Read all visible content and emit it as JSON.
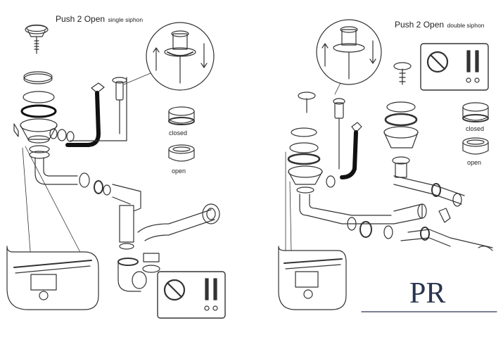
{
  "left_panel": {
    "title_main": "Push 2 Open",
    "title_sub": "single siphon",
    "label_closed": "closed",
    "label_open": "open"
  },
  "right_panel": {
    "title_main": "Push 2 Open",
    "title_sub": "double siphon",
    "label_closed": "closed",
    "label_open": "open"
  },
  "logo": {
    "letters": "PR"
  },
  "colors": {
    "line": "#333333",
    "dark": "#1a1a1a",
    "logo": "#2a3550",
    "bg": "#ffffff"
  }
}
